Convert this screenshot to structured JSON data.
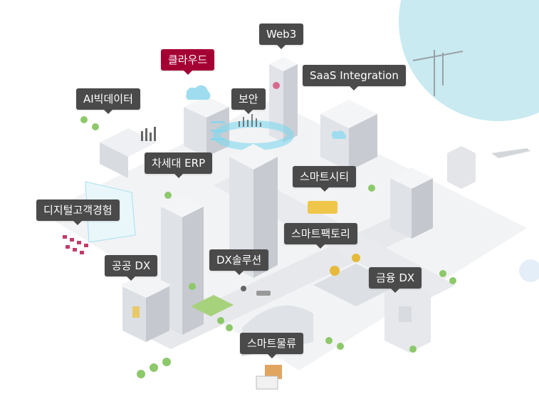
{
  "colors": {
    "tag_bg": "#4a4a4a",
    "tag_active_bg": "#a50034",
    "tag_text": "#ffffff",
    "teal_decor": "#bfe6ec",
    "holo_cyan": "#7fd8ee",
    "ground": "#eef0f3",
    "building_light": "#e4e6ea",
    "building_dark": "#c6c9cf",
    "tree_green": "#8dc86a"
  },
  "labels": {
    "web3": "Web3",
    "cloud": "클라우드",
    "saas": "SaaS Integration",
    "security": "보안",
    "ai_bigdata": "AI빅데이터",
    "next_erp": "차세대 ERP",
    "smart_city": "스마트시티",
    "digital_cx": "디지털고객경험",
    "smart_factory": "스마트팩토리",
    "public_dx": "공공 DX",
    "dx_solution": "DX솔루션",
    "finance_dx": "금융 DX",
    "smart_logistics": "스마트물류"
  },
  "active_label": "cloud"
}
